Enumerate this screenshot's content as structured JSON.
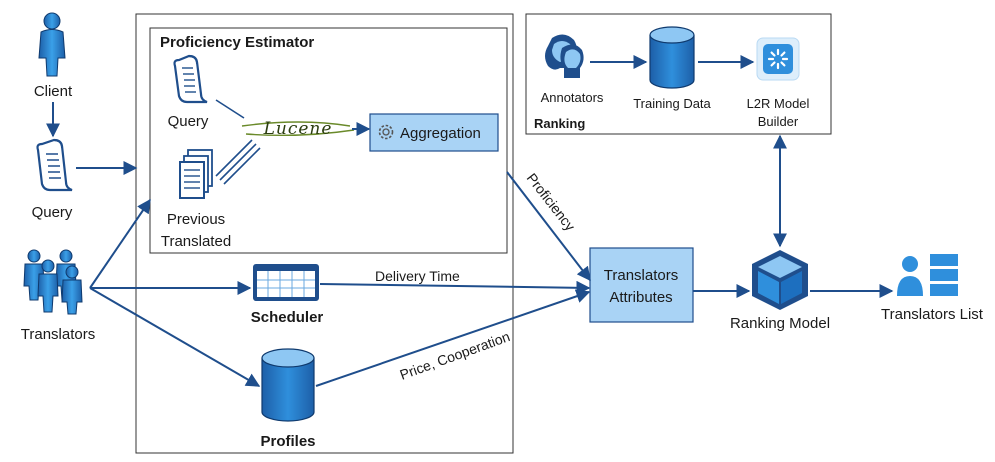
{
  "colors": {
    "primary": "#1f4e8c",
    "accent": "#2f8fdc",
    "light": "#9fcff7",
    "box_fill": "#a9d3f5",
    "lucene_green": "#6a8a2a"
  },
  "nodes": {
    "client": "Client",
    "query": "Query",
    "translators": "Translators",
    "proficiency_estimator": "Proficiency Estimator",
    "pe_query": "Query",
    "lucene": "Lucene",
    "aggregation": "Aggregation",
    "previous_translated_line1": "Previous",
    "previous_translated_line2": "Translated",
    "scheduler": "Scheduler",
    "profiles": "Profiles",
    "translators_attributes_line1": "Translators",
    "translators_attributes_line2": "Attributes",
    "ranking_model": "Ranking Model",
    "translators_list": "Translators List",
    "ranking_panel": "Ranking",
    "annotators": "Annotators",
    "training_data": "Training Data",
    "l2r_line1": "L2R Model",
    "l2r_line2": "Builder"
  },
  "edges": {
    "proficiency": "Proficiency",
    "delivery_time": "Delivery Time",
    "price_cooperation": "Price, Cooperation"
  },
  "icons": {
    "client": "person-icon",
    "query": "scroll-icon",
    "translators": "group-icon",
    "scheduler": "calendar-grid-icon",
    "profiles": "database-icon",
    "ranking_model": "cube-icon",
    "translators_list": "person-list-icon",
    "annotators": "two-heads-icon",
    "training_data": "database-icon",
    "l2r": "loading-gear-icon",
    "aggregation": "gear-icon"
  }
}
